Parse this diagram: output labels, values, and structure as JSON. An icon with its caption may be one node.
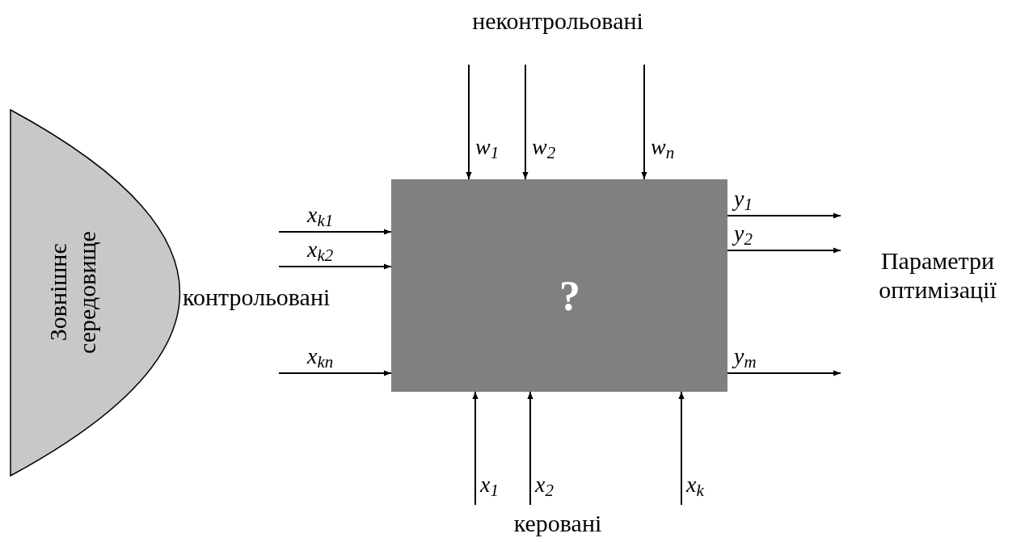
{
  "diagram": {
    "nodes": [
      {
        "text": [
          "Зовнішнє середовище"
        ]
      },
      {
        "text": [
          "?"
        ]
      }
    ],
    "edges": [
      {
        "from": null,
        "to": 1,
        "arrow": "to",
        "label": "w$_{1}$"
      },
      {
        "from": null,
        "to": 1,
        "arrow": "to",
        "label": "w$_{2}$"
      },
      {
        "from": null,
        "to": 1,
        "arrow": "to",
        "label": "w$_{n}$"
      },
      {
        "from": null,
        "to": 1,
        "arrow": "to",
        "label": "x$_{k1}$"
      },
      {
        "from": null,
        "to": 1,
        "arrow": "to",
        "label": "x$_{k2}$"
      },
      {
        "from": null,
        "to": 1,
        "arrow": "to",
        "label": "x$_{kn}$"
      },
      {
        "from": null,
        "to": 1,
        "arrow": "to",
        "label": "x$_{1}$"
      },
      {
        "from": null,
        "to": 1,
        "arrow": "to",
        "label": "x$_{2}$"
      },
      {
        "from": null,
        "to": 1,
        "arrow": "to",
        "label": "x$_{k}$"
      },
      {
        "from": 1,
        "to": null,
        "arrow": "to",
        "label": "y$_{1}$"
      },
      {
        "from": 1,
        "to": null,
        "arrow": "to",
        "label": "y$_{2}$"
      },
      {
        "from": 1,
        "to": null,
        "arrow": "to",
        "label": "y$_{m}$"
      }
    ],
    "labels": [
      "неконтрольовані",
      "контрольовані",
      "Параметри оптимізації",
      "керовані"
    ]
  }
}
